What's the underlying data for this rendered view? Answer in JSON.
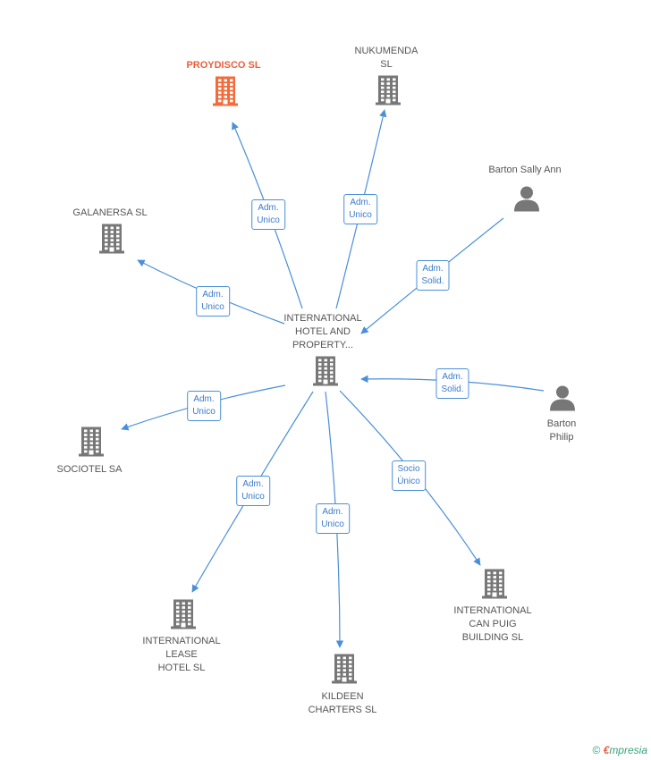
{
  "colors": {
    "edge": "#4a8fd8",
    "building": "#777777",
    "focus": "#f26b3a",
    "person": "#777777"
  },
  "nodes": [
    {
      "id": "center",
      "type": "building",
      "label": [
        "INTERNATIONAL",
        "HOTEL AND",
        "PROPERTY..."
      ]
    },
    {
      "id": "proydisco",
      "type": "building",
      "focus": true,
      "label": [
        "PROYDISCO SL"
      ]
    },
    {
      "id": "nukumenda",
      "type": "building",
      "label": [
        "NUKUMENDA",
        "SL"
      ]
    },
    {
      "id": "barton_sally",
      "type": "person",
      "label": [
        "Barton Sally Ann"
      ]
    },
    {
      "id": "galanersa",
      "type": "building",
      "label": [
        "GALANERSA SL"
      ]
    },
    {
      "id": "barton_philip",
      "type": "person",
      "label": [
        "Barton",
        "Philip"
      ]
    },
    {
      "id": "sociotel",
      "type": "building",
      "label": [
        "SOCIOTEL SA"
      ]
    },
    {
      "id": "intl_can_puig",
      "type": "building",
      "label": [
        "INTERNATIONAL",
        "CAN PUIG",
        "BUILDING  SL"
      ]
    },
    {
      "id": "intl_lease",
      "type": "building",
      "label": [
        "INTERNATIONAL",
        "LEASE",
        "HOTEL  SL"
      ]
    },
    {
      "id": "kildeen",
      "type": "building",
      "label": [
        "KILDEEN",
        "CHARTERS SL"
      ]
    }
  ],
  "edges": [
    {
      "from": "center",
      "to": "proydisco",
      "label": [
        "Adm.",
        "Unico"
      ]
    },
    {
      "from": "center",
      "to": "nukumenda",
      "label": [
        "Adm.",
        "Unico"
      ]
    },
    {
      "from": "barton_sally",
      "to": "center",
      "label": [
        "Adm.",
        "Solid."
      ]
    },
    {
      "from": "center",
      "to": "galanersa",
      "label": [
        "Adm.",
        "Unico"
      ]
    },
    {
      "from": "barton_philip",
      "to": "center",
      "label": [
        "Adm.",
        "Solid."
      ]
    },
    {
      "from": "center",
      "to": "sociotel",
      "label": [
        "Adm.",
        "Unico"
      ]
    },
    {
      "from": "center",
      "to": "intl_can_puig",
      "label": [
        "Socio",
        "Único"
      ]
    },
    {
      "from": "center",
      "to": "intl_lease",
      "label": [
        "Adm.",
        "Unico"
      ]
    },
    {
      "from": "center",
      "to": "kildeen",
      "label": [
        "Adm.",
        "Unico"
      ]
    }
  ],
  "brand": {
    "copyright": "©",
    "e": "€",
    "rest": "mpresia"
  }
}
